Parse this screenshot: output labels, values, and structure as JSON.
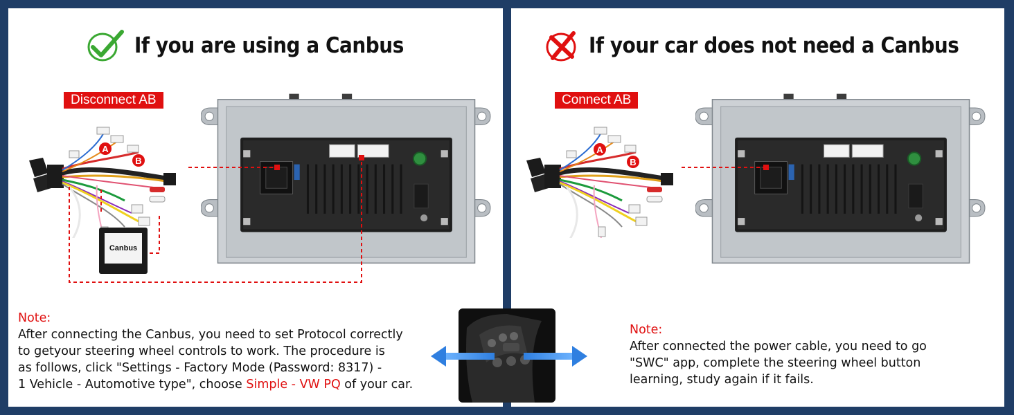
{
  "left": {
    "title": "If you are using a Canbus",
    "badge": "Disconnect AB",
    "connector_a": "A",
    "connector_b": "B",
    "canbus_label": "Canbus",
    "note_title": "Note:",
    "note_line1": "After connecting the Canbus, you need to set Protocol correctly",
    "note_line2": "to getyour steering wheel controls to work. The procedure is",
    "note_line3": "as follows, click \"Settings - Factory Mode (Password: 8317) -",
    "note_line4_pre": "1 Vehicle - Automotive type\", choose ",
    "note_line4_highlight": "Simple - VW PQ",
    "note_line4_post": " of your car."
  },
  "right": {
    "title": "If your car does not need a Canbus",
    "badge": "Connect AB",
    "connector_a": "A",
    "connector_b": "B",
    "note_title": "Note:",
    "note_line1": "After connected the power cable, you need to go",
    "note_line2": "\"SWC\" app,  complete the steering wheel button",
    "note_line3": "learning, study again if it fails."
  },
  "colors": {
    "background": "#1f3d66",
    "accent_red": "#e01010",
    "check_green": "#3aa832",
    "arrow_blue": "#2f7fe0"
  },
  "icons": {
    "left_heading": "check-icon",
    "right_heading": "cross-icon"
  }
}
